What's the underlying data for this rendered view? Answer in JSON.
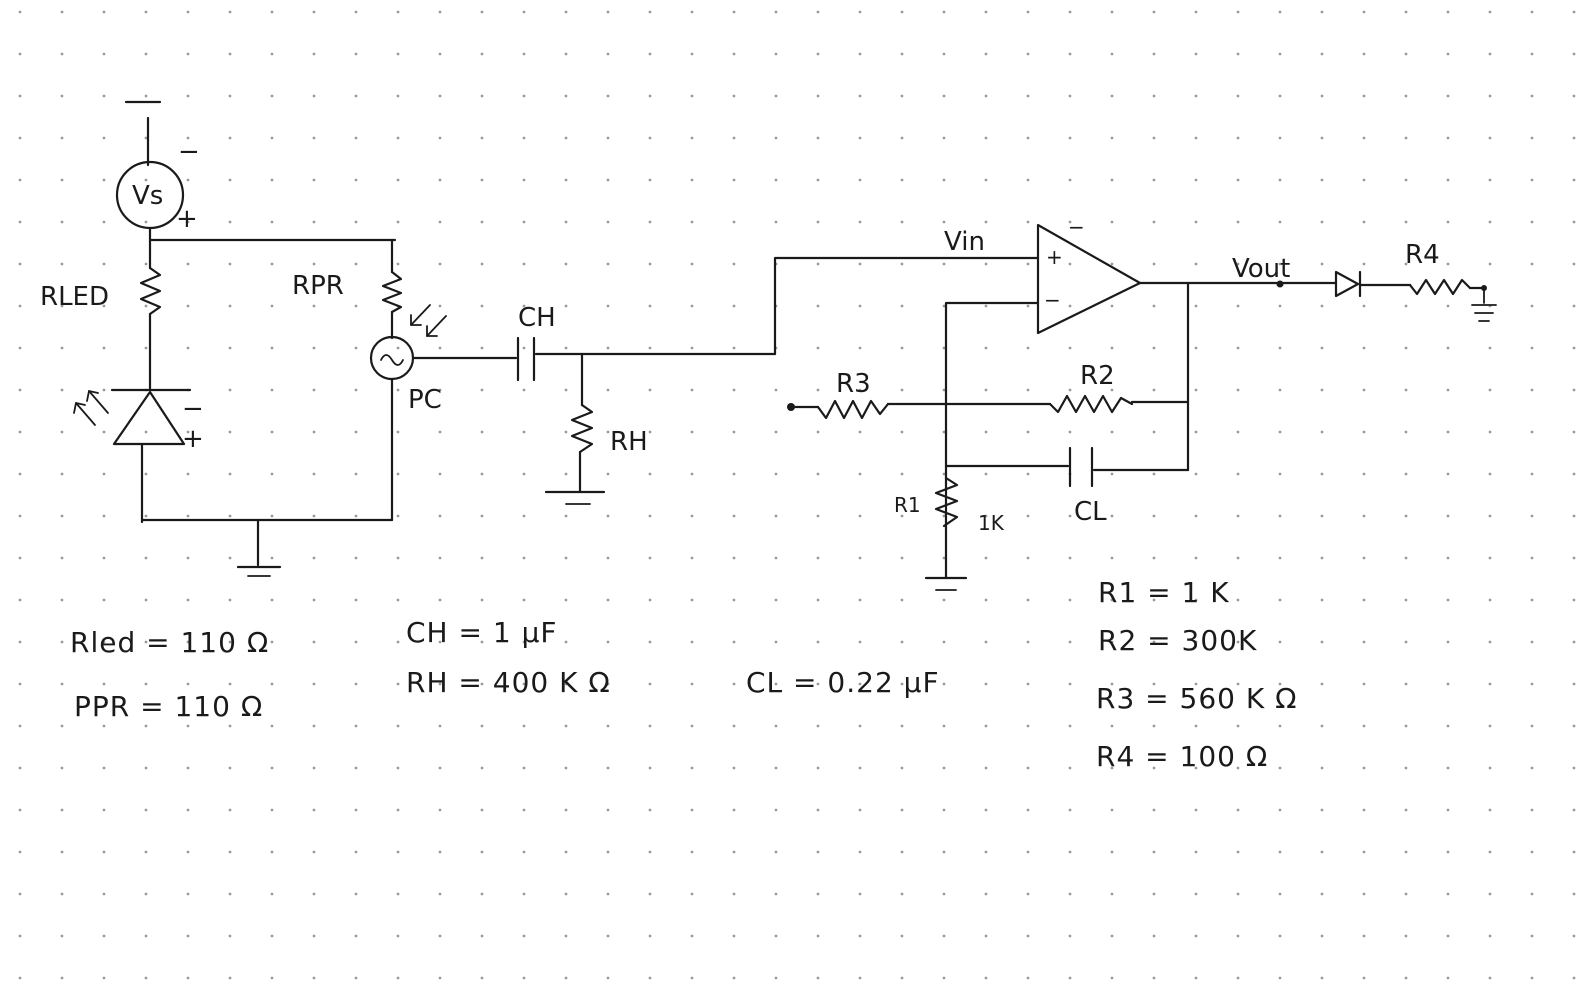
{
  "labels": {
    "vs": "Vs",
    "vs_minus": "−",
    "vs_plus": "+",
    "rled": "RLED",
    "rpr": "RPR",
    "led_minus": "−",
    "led_plus": "+",
    "pc": "PC",
    "ch": "CH",
    "rh": "RH",
    "vin": "Vin",
    "opamp_plus": "+",
    "opamp_minus": "−",
    "opamp_top": "−",
    "vout": "Vout",
    "r4": "R4",
    "r3": "R3",
    "r2": "R2",
    "r1": "R1",
    "r1_value": "1K",
    "cl": "CL"
  },
  "values": {
    "rled": "Rled = 110 Ω",
    "ppr": "PPR = 110 Ω",
    "ch": "CH = 1 μF",
    "rh": "RH = 400 K Ω",
    "cl": "CL = 0.22 μF",
    "r1": "R1 = 1 K",
    "r2": "R2 = 300K",
    "r3": "R3 = 560 K Ω",
    "r4": "R4 = 100 Ω"
  }
}
